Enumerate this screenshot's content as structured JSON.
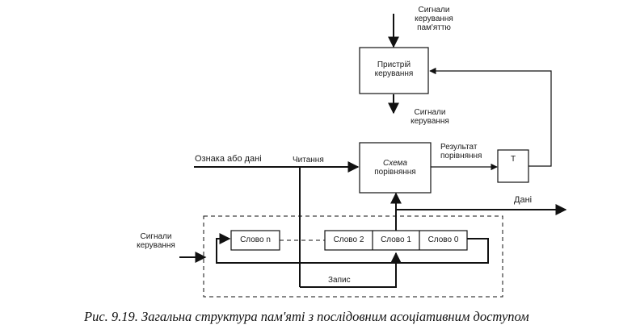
{
  "diagram": {
    "top_signals": [
      "Сигнали",
      "керування",
      "пам'яттю"
    ],
    "control_unit": [
      "Пристрій",
      "керування"
    ],
    "control_out_signals": [
      "Сигнали",
      "керування"
    ],
    "compare_unit": [
      "Схема",
      "порівняння"
    ],
    "input_label": "Ознака або дані",
    "read_label": "Читання",
    "result_label": [
      "Результат",
      "порівняння"
    ],
    "trigger_label": "T",
    "data_out_label": "Дані",
    "left_signals": [
      "Сигнали",
      "керування"
    ],
    "words": [
      "Слово n",
      "Слово 2",
      "Слово 1",
      "Слово 0"
    ],
    "write_label": "Запис"
  },
  "caption": "Рис. 9.19. Загальна структура пам'яті з послідовним асоціативним доступом"
}
